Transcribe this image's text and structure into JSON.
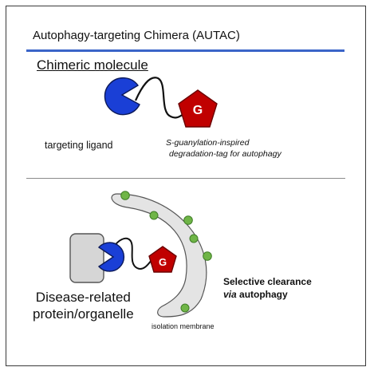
{
  "title": "Autophagy-targeting Chimera (AUTAC)",
  "section_heading": "Chimeric molecule",
  "labels": {
    "targeting_ligand": "targeting ligand",
    "tag_line1": "S-guanylation-inspired",
    "tag_line2": "degradation-tag for autophagy",
    "disease_line1": "Disease-related",
    "disease_line2": "protein/organelle",
    "isolation_membrane": "isolation membrane",
    "clearance_line1": "Selective clearance",
    "clearance_via": "via",
    "clearance_rest": " autophagy"
  },
  "tag_symbol": "G",
  "colors": {
    "title_rule": "#3a64c8",
    "ligand_blue": "#1a3fd6",
    "tag_red": "#c00000",
    "membrane_fill": "#e4e4e4",
    "target_gray": "#d6d6d6",
    "particle_green": "#6fb547"
  }
}
